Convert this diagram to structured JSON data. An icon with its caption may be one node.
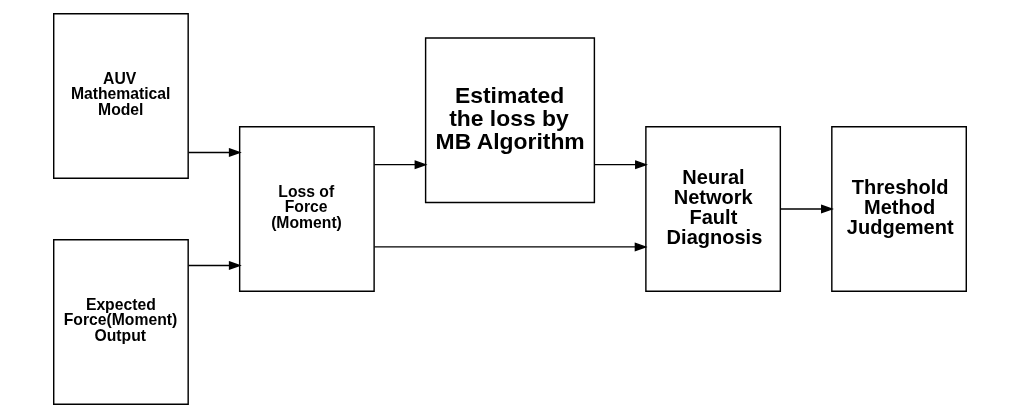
{
  "diagram": {
    "nodes": [
      {
        "text": [
          "AUV Mathematical Model"
        ]
      },
      {
        "text": [
          "Expected Force(Moment) Output"
        ]
      },
      {
        "text": [
          "Loss of Force (Moment)"
        ]
      },
      {
        "text": [
          "Estimated the loss by MB Algorithm"
        ]
      },
      {
        "text": [
          "Neural Network Fault Diagnosis"
        ]
      },
      {
        "text": [
          "Threshold Method Judgement"
        ]
      }
    ],
    "edges": [
      {
        "from": 0,
        "to": 2,
        "arrow": "to"
      },
      {
        "from": 1,
        "to": 2,
        "arrow": "to"
      },
      {
        "from": 2,
        "to": 3,
        "arrow": "to"
      },
      {
        "from": 3,
        "to": 4,
        "arrow": "to"
      },
      {
        "from": 4,
        "to": 5,
        "arrow": "to"
      },
      {
        "from": 2,
        "to": 4,
        "arrow": "to"
      }
    ]
  }
}
